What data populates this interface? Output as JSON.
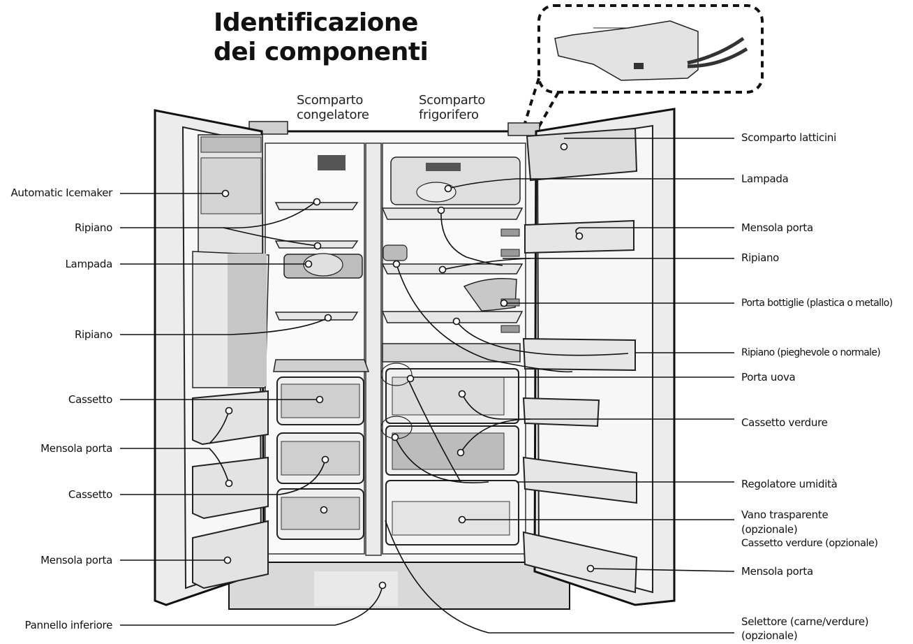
{
  "title": {
    "line1": "Identificazione",
    "line2": "dei componenti"
  },
  "compartments": {
    "freezer": {
      "line1": "Scomparto",
      "line2": "congelatore"
    },
    "fridge": {
      "line1": "Scomparto",
      "line2": "frigorifero"
    }
  },
  "left_labels": {
    "automatic_icemaker": "Automatic Icemaker",
    "ripiano_1": "Ripiano",
    "lampada": "Lampada",
    "ripiano_2": "Ripiano",
    "cassetto_1": "Cassetto",
    "mensola_porta_1": "Mensola porta",
    "cassetto_2": "Cassetto",
    "mensola_porta_2": "Mensola porta",
    "pannello_inferiore": "Pannello inferiore"
  },
  "right_labels": {
    "scomparto_latticini": "Scomparto latticini",
    "lampada": "Lampada",
    "mensola_porta_1": "Mensola porta",
    "ripiano": "Ripiano",
    "porta_bottiglie": "Porta bottiglie (plastica o metallo)",
    "ripiano_pieghevole": "Ripiano (pieghevole o normale)",
    "porta_uova": "Porta uova",
    "cassetto_verdure": "Cassetto verdure",
    "regolatore_umidita": "Regolatore umidità",
    "vano_trasparente_1": "Vano trasparente",
    "vano_trasparente_2": "(opzionale)",
    "cassetto_verdure_opz": "Cassetto verdure (opzionale)",
    "mensola_porta_2": "Mensola porta",
    "selettore_1": "Selettore (carne/verdure)",
    "selettore_2": "(opzionale)"
  }
}
